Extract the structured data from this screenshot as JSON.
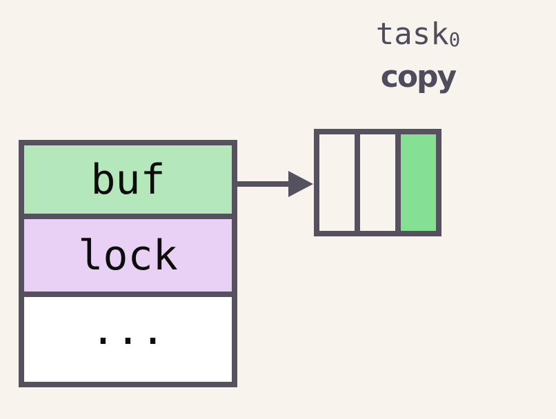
{
  "palette": {
    "background": "#f8f3ec",
    "border_slate": "#55515f",
    "label_slate": "#4f4c5d",
    "label_black": "#0c0c0c",
    "buf_green": "#b4e7b9",
    "lock_purple": "#e9d1f6",
    "rest_white": "#ffffff",
    "cell_empty_cream": "#f8f3ec",
    "cell_filled_green": "#86e093"
  },
  "header": {
    "task_label": "task",
    "task_subscript": "0",
    "operation_label": "copy"
  },
  "struct": {
    "rows": [
      {
        "label": "buf",
        "fill": "#b4e7b9"
      },
      {
        "label": "lock",
        "fill": "#e9d1f6"
      },
      {
        "label": "...",
        "fill": "#ffffff"
      }
    ]
  },
  "heap_array": {
    "cells": [
      {
        "fill": "#f8f3ec"
      },
      {
        "fill": "#f8f3ec"
      },
      {
        "fill": "#86e093"
      }
    ]
  }
}
